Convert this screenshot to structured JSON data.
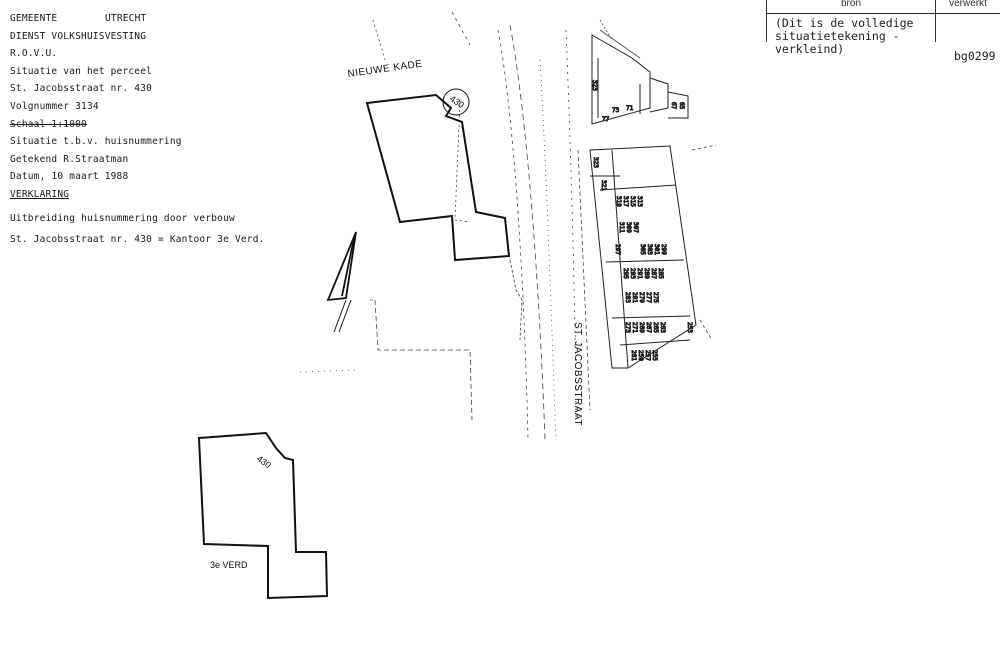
{
  "header": {
    "org_line1_left": "GEMEENTE",
    "org_line1_right": "UTRECHT",
    "org_line2": "DIENST VOLKSHUISVESTING",
    "org_line3": "R.O.V.U.",
    "subject": "Situatie van het perceel",
    "address": "St. Jacobsstraat nr. 430",
    "sequence": "Volgnummer 3134",
    "scale_struck": "Schaal 1:1000",
    "purpose": "Situatie t.b.v. huisnummering",
    "drawn_by": "Getekend R.Straatman",
    "date": "Datum, 10 maart 1988",
    "declaration_heading": "VERKLARING",
    "declaration_text": "Uitbreiding huisnummering door verbouw",
    "assignment": "St. Jacobsstraat nr. 430 = Kantoor 3e Verd."
  },
  "stamp": {
    "col_source": "bron",
    "col_processed": "verwerkt",
    "note_line1": "(Dit is de volledige",
    "note_line2": "situatietekening -",
    "note_line3": "verkleind)"
  },
  "document_code": "bg0299",
  "map": {
    "street_nieuwe_kade": "NIEUWE KADE",
    "street_st_jacobsstraat": "ST. JACOBSSTRAAT",
    "parcel_number": "430",
    "inset_parcel_number": "430",
    "inset_floor_label": "3e VERD",
    "house_numbers_top": [
      "73",
      "71",
      "77",
      "67",
      "65"
    ],
    "house_numbers_col1": [
      "323",
      "321"
    ],
    "house_numbers_col2": [
      "319",
      "317",
      "315",
      "313",
      "311",
      "309",
      "307",
      "305",
      "303",
      "301",
      "299",
      "297"
    ],
    "house_numbers_col3": [
      "295",
      "293",
      "291",
      "289",
      "287",
      "285",
      "283",
      "281",
      "279",
      "277",
      "275",
      "273",
      "271",
      "269",
      "267",
      "265",
      "263",
      "261",
      "259",
      "257",
      "255",
      "253"
    ]
  }
}
